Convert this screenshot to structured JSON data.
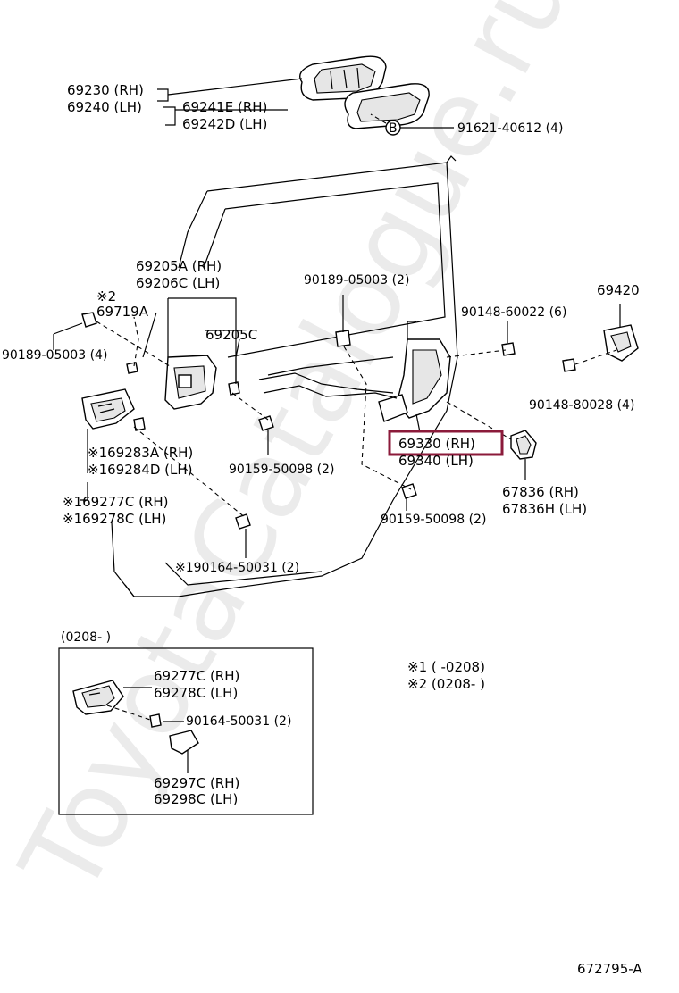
{
  "watermark": "ToyotaCatalogue.ru",
  "highlight_color": "#8b1a3a",
  "labels": {
    "p69230": "69230 (RH)",
    "p69240": "69240 (LH)",
    "p69241E": "69241E (RH)",
    "p69242D": "69242D (LH)",
    "circle_b": "B",
    "p91621": "91621-40612 (4)",
    "p69205A": "69205A (RH)",
    "p69206C": "69206C (LH)",
    "mark2": "※2",
    "p69719A": "69719A",
    "p90189a": "90189-05003 (4)",
    "p69205C": "69205C",
    "p90189b": "90189-05003 (2)",
    "p90148a": "90148-60022 (6)",
    "p69420": "69420",
    "p90148b": "90148-80028 (4)",
    "p69283A": "※169283A (RH)",
    "p69284D": "※169284D (LH)",
    "p90159a": "90159-50098 (2)",
    "p69330": "69330 (RH)",
    "p69340": "69340 (LH)",
    "p67836": "67836   (RH)",
    "p67836H": "67836H (LH)",
    "p69277C": "※169277C (RH)",
    "p69278C": "※169278C (LH)",
    "p90159b": "90159-50098 (2)",
    "p90164": "※190164-50031 (2)",
    "inset_date": "(0208-      )",
    "i69277C": "69277C (RH)",
    "i69278C": "69278C (LH)",
    "i90164": "90164-50031 (2)",
    "i69297C": "69297C (RH)",
    "i69298C": "69298C (LH)",
    "note1": "※1   (        -0208)",
    "note2": "※2   (0208-        )",
    "diagram_id": "672795-A"
  }
}
